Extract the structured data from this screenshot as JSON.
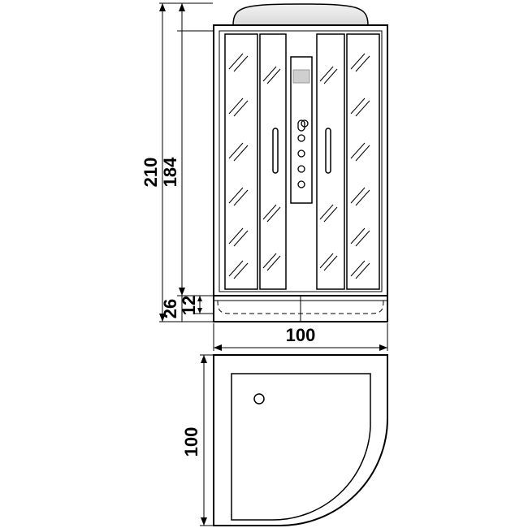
{
  "dimensions": {
    "total_height": "210",
    "cabin_height": "184",
    "tray_height": "26",
    "tray_inner_height": "12",
    "width": "100",
    "depth": "100"
  },
  "colors": {
    "stroke": "#000000",
    "background": "#ffffff",
    "dome": "#e6e6e6",
    "display": "#cfcfcf"
  }
}
